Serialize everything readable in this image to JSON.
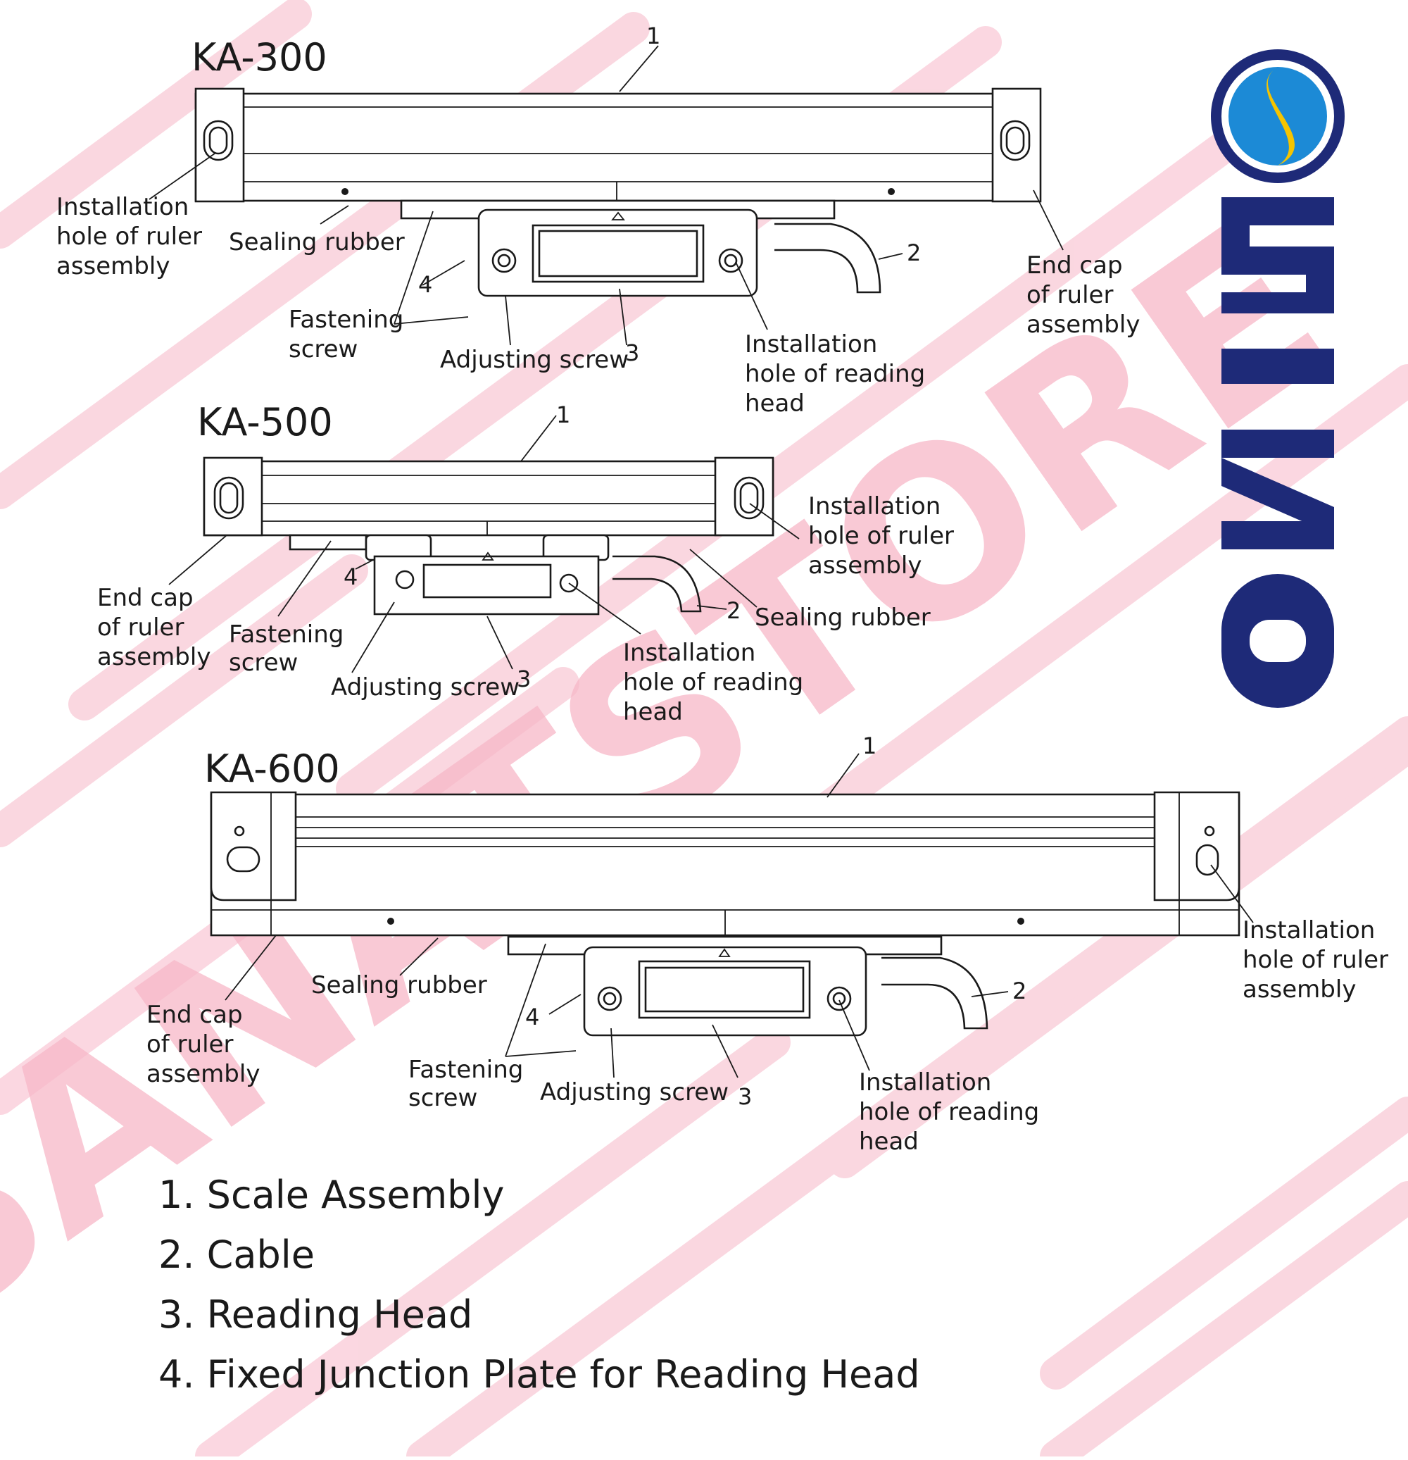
{
  "watermark": {
    "text": "SANATSTORE",
    "color": "#f7b7c8"
  },
  "brand": {
    "name": "SINO",
    "colors": {
      "navy": "#1e2a78",
      "yellow": "#f5c400",
      "blue": "#1c8ad6"
    }
  },
  "diagrams": [
    {
      "title": "KA-300",
      "labels": {
        "install_ruler": [
          "Installation",
          "hole of ruler",
          "assembly"
        ],
        "sealing": "Sealing rubber",
        "fastening": [
          "Fastening",
          "screw"
        ],
        "adjusting": "Adjusting screw",
        "install_head": [
          "Installation",
          "hole of reading",
          "head"
        ],
        "end_cap": [
          "End cap",
          "of ruler",
          "assembly"
        ]
      },
      "numbers": [
        "1",
        "2",
        "3",
        "4"
      ]
    },
    {
      "title": "KA-500",
      "labels": {
        "end_cap": [
          "End cap",
          "of ruler",
          "assembly"
        ],
        "fastening": [
          "Fastening",
          "screw"
        ],
        "adjusting": "Adjusting screw",
        "install_head": [
          "Installation",
          "hole of reading",
          "head"
        ],
        "sealing": "Sealing rubber",
        "install_ruler": [
          "Installation",
          "hole of ruler",
          "assembly"
        ]
      },
      "numbers": [
        "1",
        "2",
        "3",
        "4"
      ]
    },
    {
      "title": "KA-600",
      "labels": {
        "end_cap": [
          "End cap",
          "of ruler",
          "assembly"
        ],
        "sealing": "Sealing rubber",
        "fastening": [
          "Fastening",
          "screw"
        ],
        "adjusting": "Adjusting screw",
        "install_head": [
          "Installation",
          "hole of reading",
          "head"
        ],
        "install_ruler": [
          "Installation",
          "hole of ruler",
          "assembly"
        ]
      },
      "numbers": [
        "1",
        "2",
        "3",
        "4"
      ]
    }
  ],
  "legend": [
    "1. Scale Assembly",
    "2. Cable",
    "3. Reading Head",
    "4. Fixed Junction Plate for Reading Head"
  ]
}
